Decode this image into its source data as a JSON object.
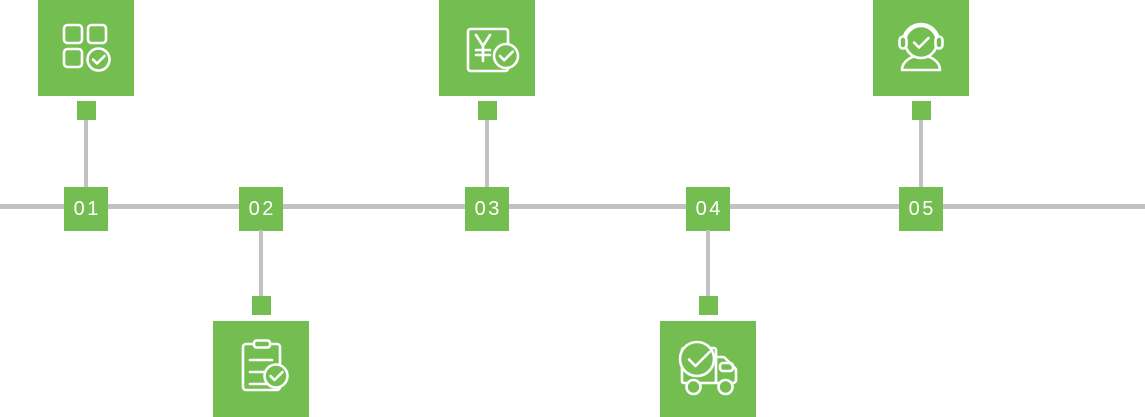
{
  "palette": {
    "green": "#74BE51",
    "line_gray": "#C2C2C2",
    "icon_white": "#FFFFFF",
    "background": "#FFFFFF"
  },
  "timeline": {
    "orientation": "horizontal",
    "steps": [
      {
        "number": "01",
        "icon": "product-grid-check-icon",
        "side": "top"
      },
      {
        "number": "02",
        "icon": "clipboard-check-icon",
        "side": "bottom"
      },
      {
        "number": "03",
        "icon": "yen-payment-check-icon",
        "side": "top"
      },
      {
        "number": "04",
        "icon": "delivery-truck-check-icon",
        "side": "bottom"
      },
      {
        "number": "05",
        "icon": "customer-service-check-icon",
        "side": "top"
      }
    ]
  }
}
